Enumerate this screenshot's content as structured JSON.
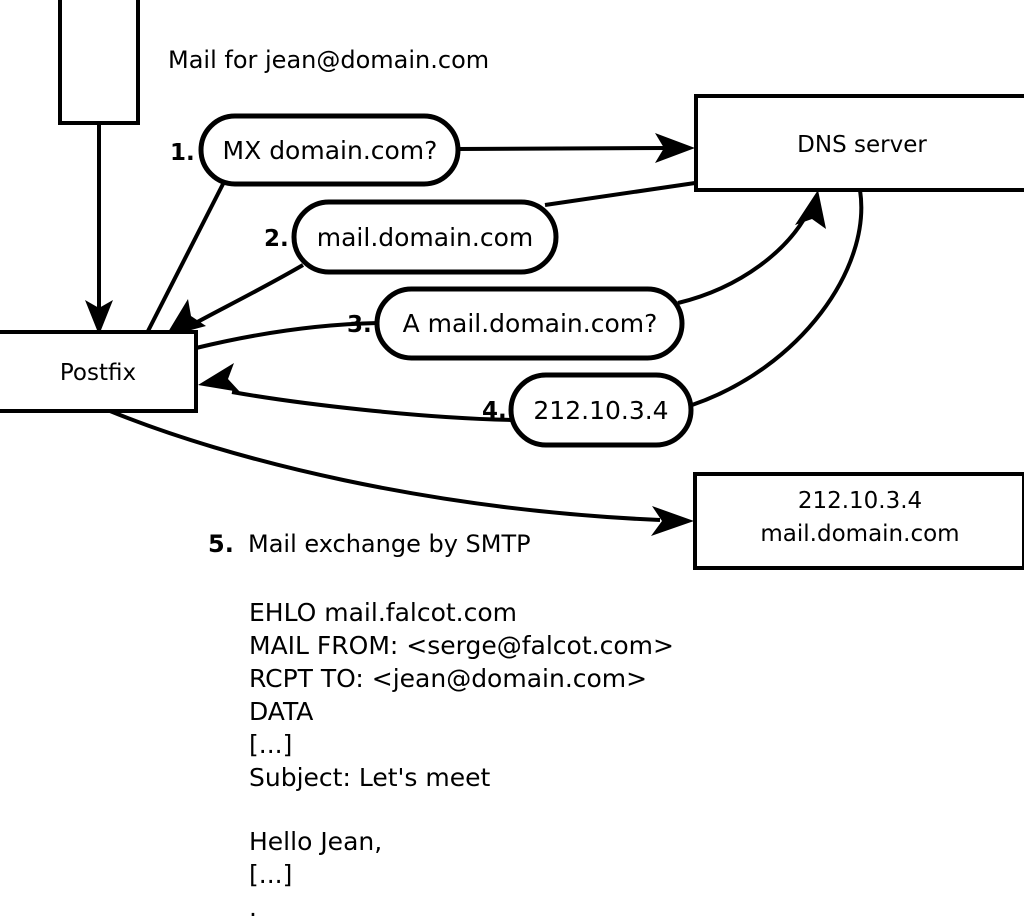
{
  "diagram": {
    "title_caption": "Mail for jean@domain.com",
    "nodes": {
      "mail_client": {
        "label": ""
      },
      "postfix": {
        "label": "Postfix"
      },
      "dns_server": {
        "label": "DNS server"
      },
      "target_server": {
        "line1": "212.10.3.4",
        "line2": "mail.domain.com"
      }
    },
    "steps": [
      {
        "number": "1.",
        "text": "MX domain.com?"
      },
      {
        "number": "2.",
        "text": "mail.domain.com"
      },
      {
        "number": "3.",
        "text": "A mail.domain.com?"
      },
      {
        "number": "4.",
        "text": "212.10.3.4"
      }
    ],
    "step5": {
      "number": "5.",
      "text": "Mail exchange by SMTP"
    },
    "smtp_session": [
      "EHLO mail.falcot.com",
      "MAIL FROM: <serge@falcot.com>",
      "RCPT TO: <jean@domain.com>",
      "DATA",
      "[...]",
      "Subject: Let's meet",
      "",
      "Hello Jean,",
      "[...]",
      "."
    ],
    "colors": {
      "stroke": "#000000",
      "fill": "#ffffff",
      "text": "#000000"
    }
  }
}
